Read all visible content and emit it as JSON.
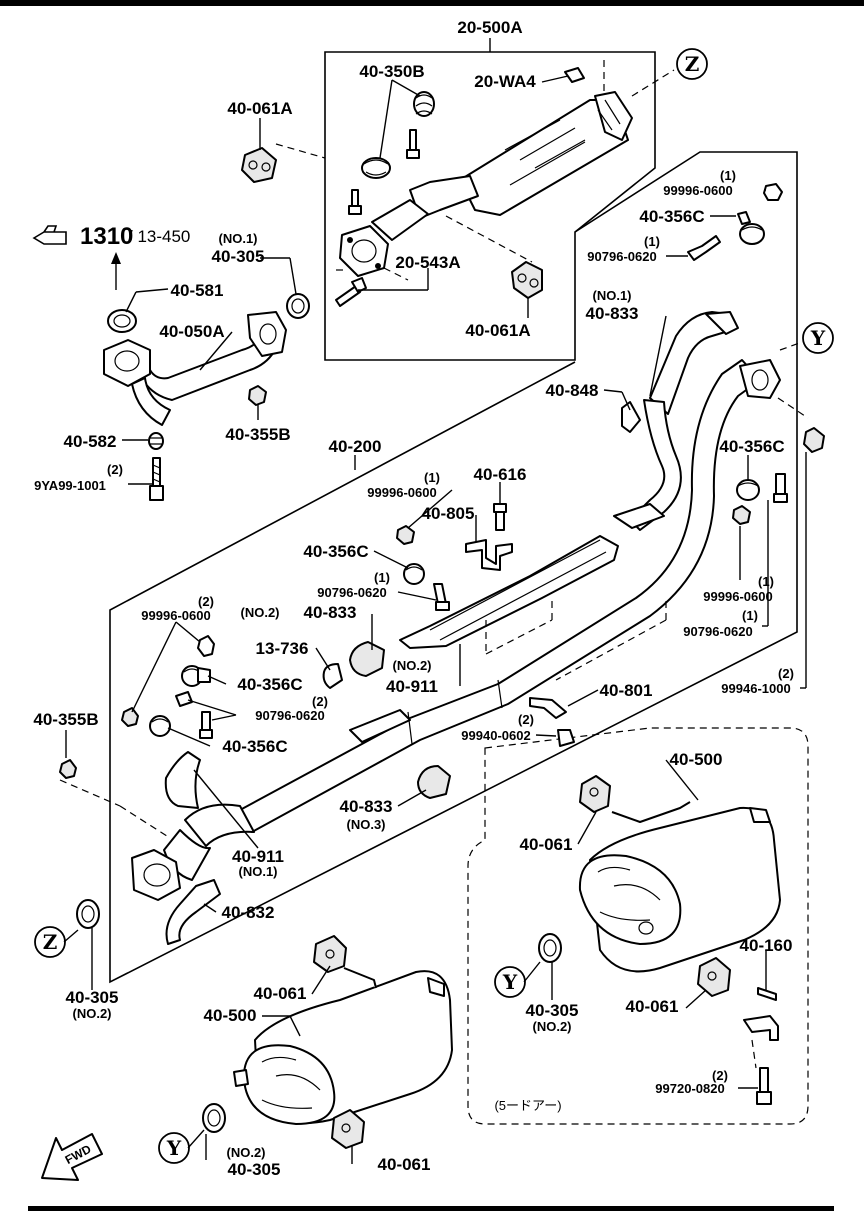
{
  "labels": {
    "l_20_500A": "20-500A",
    "l_40_350B": "40-350B",
    "l_20_WA4": "20-WA4",
    "l_40_061A_top": "40-061A",
    "l_ref_1310": "1310",
    "l_ref_13450": "/ 13-450",
    "l_no1_a": "(NO.1)",
    "l_40_305_a": "40-305",
    "l_20_543A": "20-543A",
    "l_40_061A_mid": "40-061A",
    "l_40_581": "40-581",
    "l_40_050A": "40-050A",
    "l_40_355B_a": "40-355B",
    "l_40_582": "40-582",
    "l_qty2_a": "(2)",
    "l_9YA99": "9YA99-1001",
    "l_qty1_a": "(1)",
    "l_99996_a": "99996-0600",
    "l_40_356C_a": "40-356C",
    "l_qty1_b": "(1)",
    "l_90796_a": "90796-0620",
    "l_no1_b": "(NO.1)",
    "l_40_833_a": "40-833",
    "l_40_848": "40-848",
    "l_40_356C_b": "40-356C",
    "l_40_200": "40-200",
    "l_40_616": "40-616",
    "l_qty1_c": "(1)",
    "l_99996_b": "99996-0600",
    "l_40_805": "40-805",
    "l_40_356C_c": "40-356C",
    "l_qty1_d": "(1)",
    "l_90796_b": "90796-0620",
    "l_qty1_e": "(1)",
    "l_99996_c": "99996-0600",
    "l_qty1_f": "(1)",
    "l_90796_c": "90796-0620",
    "l_qty2_b": "(2)",
    "l_99996_d": "99996-0600",
    "l_no2_a": "(NO.2)",
    "l_40_833_b": "40-833",
    "l_13_736": "13-736",
    "l_no2_b": "(NO.2)",
    "l_40_911_a": "40-911",
    "l_40_356C_d": "40-356C",
    "l_qty2_c": "(2)",
    "l_90796_d": "90796-0620",
    "l_40_356C_e": "40-356C",
    "l_40_801": "40-801",
    "l_qty2_d": "(2)",
    "l_99940": "99940-0602",
    "l_qty2_e": "(2)",
    "l_99946": "99946-1000",
    "l_40_355B_b": "40-355B",
    "l_40_833_c": "40-833",
    "l_no3": "(NO.3)",
    "l_40_911_b": "40-911",
    "l_no1_c": "(NO.1)",
    "l_40_832": "40-832",
    "l_40_500_a": "40-500",
    "l_40_061_a": "40-061",
    "l_40_061_b": "40-061",
    "l_40_500_b": "40-500",
    "l_40_305_b": "40-305",
    "l_no2_c": "(NO.2)",
    "l_40_160": "40-160",
    "l_40_305_c": "40-305",
    "l_no2_d": "(NO.2)",
    "l_40_061_c": "40-061",
    "l_qty2_f": "(2)",
    "l_99720": "99720-0820",
    "l_5door": "(5ードアー)",
    "l_40_305_d": "40-305",
    "l_no2_e": "(NO.2)",
    "l_40_061_d": "40-061",
    "l_fwd": "FWD"
  },
  "callouts": {
    "z_top": "Z",
    "y_right": "Y",
    "z_left": "Z",
    "y_mid": "Y",
    "y_bottom": "Y"
  }
}
